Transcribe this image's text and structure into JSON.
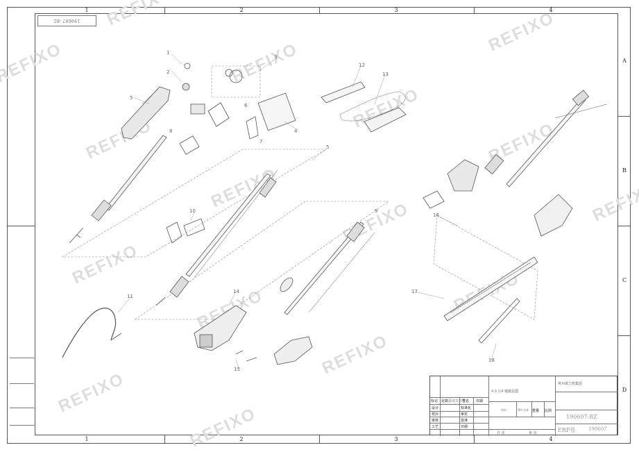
{
  "columns": [
    "1",
    "2",
    "3",
    "4"
  ],
  "rows": [
    "A",
    "B",
    "C",
    "D"
  ],
  "corner_code": "190607-BZ",
  "watermark": "REFIXO",
  "callouts": [
    "1",
    "2",
    "3",
    "4",
    "5",
    "6",
    "7",
    "8",
    "9",
    "10",
    "11",
    "12",
    "13",
    "14",
    "15",
    "16",
    "17",
    "18"
  ],
  "side_boxes": [
    "",
    "",
    ""
  ],
  "title_block": {
    "product_title": "4.0 1/4 链锯总图",
    "company": "常州歌力普集团",
    "drawing_no": "190607-BZ",
    "erp_label": "ERP号",
    "erp_code": "190607",
    "material_label": "材料",
    "part_label": "零件名称",
    "weight_label": "重量",
    "scale_label": "比例",
    "sheet_label": "共 张",
    "page_label": "第 张",
    "rev_headers": [
      "标记",
      "处数",
      "更改文件号",
      "签名",
      "日期"
    ],
    "roles": [
      {
        "role": "设计",
        "std": "标准化"
      },
      {
        "role": "校对",
        "std": "审定"
      },
      {
        "role": "审核",
        "std": "批准"
      },
      {
        "role": "工艺",
        "std": "日期"
      }
    ]
  }
}
